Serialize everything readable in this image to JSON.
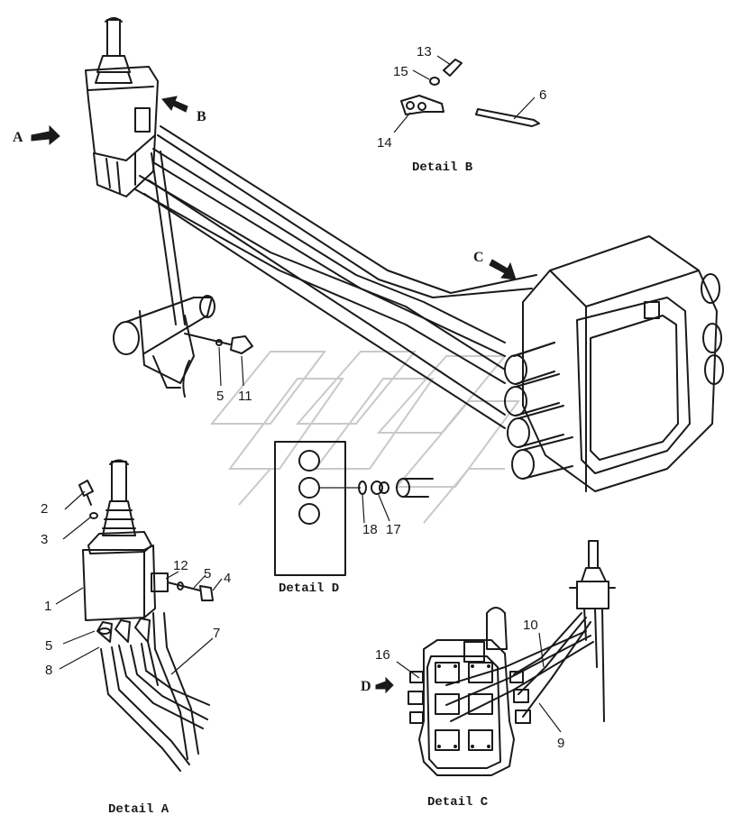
{
  "views": {
    "arrow_a": "A",
    "arrow_b": "B",
    "arrow_c": "C",
    "arrow_d": "D"
  },
  "captions": {
    "detail_a": "Detail A",
    "detail_b": "Detail B",
    "detail_c": "Detail C",
    "detail_d": "Detail D"
  },
  "callouts": {
    "n1": "1",
    "n2": "2",
    "n3": "3",
    "n4": "4",
    "n5a": "5",
    "n5b": "5",
    "n5c": "5",
    "n6": "6",
    "n7": "7",
    "n8": "8",
    "n9": "9",
    "n10": "10",
    "n11": "11",
    "n12": "12",
    "n13": "13",
    "n14": "14",
    "n15": "15",
    "n16": "16",
    "n17": "17",
    "n18": "18"
  },
  "colors": {
    "ink": "#1a1a1a",
    "watermark": "#c9c9c9",
    "paper": "#ffffff"
  }
}
